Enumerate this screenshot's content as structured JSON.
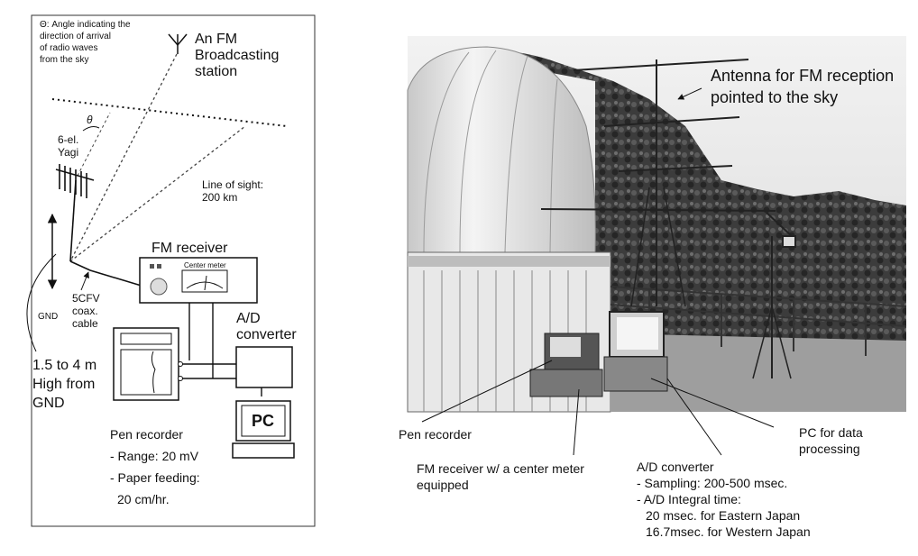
{
  "left_diagram": {
    "theta_note": [
      "Θ: Angle indicating the",
      "direction of arrival",
      "of radio waves",
      "from the sky"
    ],
    "fm_station": [
      "An FM",
      "Broadcasting",
      "station"
    ],
    "yagi": [
      "6-el.",
      "Yagi"
    ],
    "theta_symbol": "θ",
    "line_of_sight": [
      "Line of sight:",
      "200 km"
    ],
    "fm_receiver": "FM receiver",
    "center_meter": "Center meter",
    "cable": [
      "5CFV",
      "coax.",
      "cable"
    ],
    "gnd": "GND",
    "ad_converter": [
      "A/D",
      "converter"
    ],
    "height_note": [
      "1.5 to 4 m",
      "High from",
      "GND"
    ],
    "pc": "PC",
    "pen_recorder": [
      "Pen recorder",
      "- Range: 20 mV",
      "- Paper feeding:",
      "20 cm/hr."
    ]
  },
  "photo_labels": {
    "antenna": [
      "Antenna for FM reception",
      "pointed to the sky"
    ],
    "pen_recorder": "Pen recorder",
    "pc_processing": [
      "PC for data",
      "processing"
    ],
    "fm_receiver": [
      "FM  receiver w/ a center meter",
      "equipped"
    ],
    "ad_converter": [
      "A/D converter",
      "- Sampling: 200-500 msec.",
      "- A/D Integral time:",
      "20 msec. for Eastern Japan",
      "16.7msec. for Western Japan"
    ]
  }
}
